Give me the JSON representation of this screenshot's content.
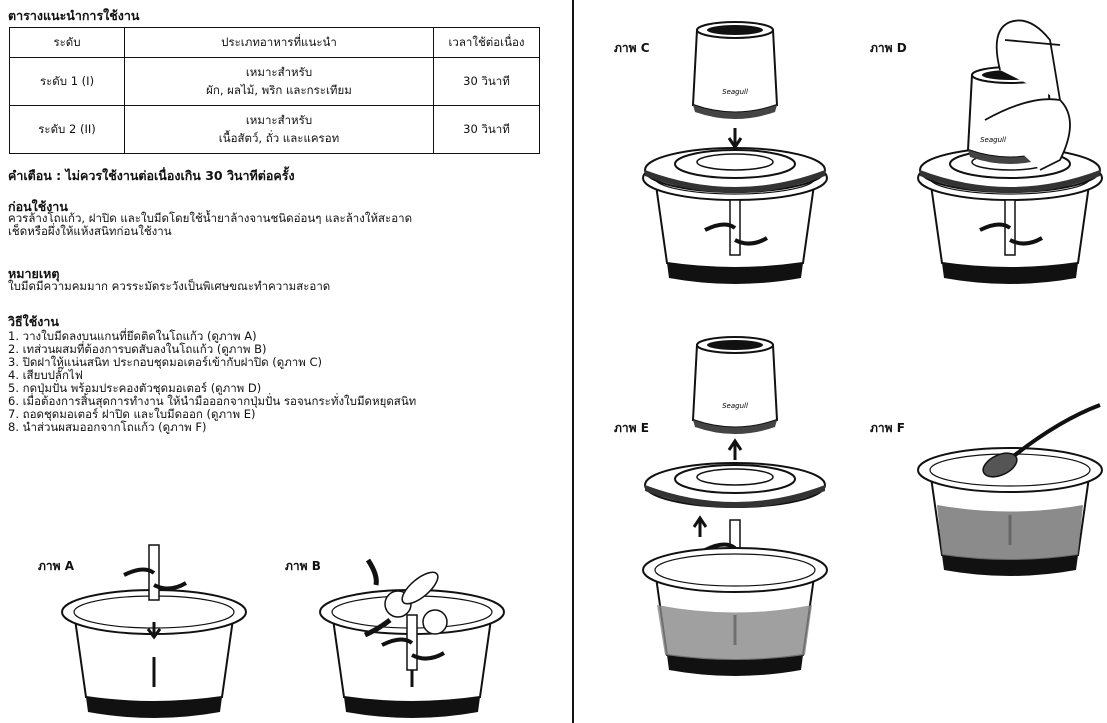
{
  "table_section": {
    "title": "ตารางแนะนำการใช้งาน",
    "headers": [
      "ระดับ",
      "ประเภทอาหารที่แนะนำ",
      "เวลาใช้ต่อเนื่อง"
    ],
    "rows": [
      {
        "level": "ระดับ 1 (I)",
        "food_line1": "เหมาะสำหรับ",
        "food_line2": "ผัก, ผลไม้, พริก และกระเทียม",
        "time": "30 วินาที"
      },
      {
        "level": "ระดับ 2 (II)",
        "food_line1": "เหมาะสำหรับ",
        "food_line2": "เนื้อสัตว์, ถั่ว และแครอท",
        "time": "30 วินาที"
      }
    ]
  },
  "warning": "คำเตือน : ไม่ควรใช้งานต่อเนื่องเกิน 30 วินาทีต่อครั้ง",
  "before_use": {
    "title": "ก่อนใช้งาน",
    "lines": [
      "ควรล้างโถแก้ว, ฝาปิด และใบมีดโดยใช้น้ำยาล้างจานชนิดอ่อนๆ และล้างให้สะอาด",
      "เช็ดหรือผึ่งให้แห้งสนิทก่อนใช้งาน"
    ]
  },
  "note": {
    "title": "หมายเหตุ",
    "text": "ใบมีดมีความคมมาก ควรระมัดระวังเป็นพิเศษขณะทำความสะอาด"
  },
  "instructions": {
    "title": "วิธีใช้งาน",
    "steps": [
      "1. วางใบมีดลงบนแกนที่ยึดติดในโถแก้ว (ดูภาพ A)",
      "2. เทส่วนผสมที่ต้องการบดสับลงในโถแก้ว (ดูภาพ B)",
      "3. ปิดฝาให้แน่นสนิท ประกอบชุดมอเตอร์เข้ากับฝาปิด (ดูภาพ C)",
      "4. เสียบปลั๊กไฟ",
      "5. กดปุ่มปั่น พร้อมประคองตัวชุดมอเตอร์ (ดูภาพ D)",
      "6. เมื่อต้องการสิ้นสุดการทำงาน ให้นำมือออกจากปุ่มปั่น รอจนกระทั่งใบมีดหยุดสนิท",
      "7. ถอดชุดมอเตอร์ ฝาปิด และใบมีดออก (ดูภาพ E)",
      "8. นำส่วนผสมออกจากโถแก้ว (ดูภาพ F)"
    ]
  },
  "figures": {
    "A": "ภาพ A",
    "B": "ภาพ B",
    "C": "ภาพ C",
    "D": "ภาพ D",
    "E": "ภาพ E",
    "F": "ภาพ F",
    "brand": "Seagull"
  }
}
